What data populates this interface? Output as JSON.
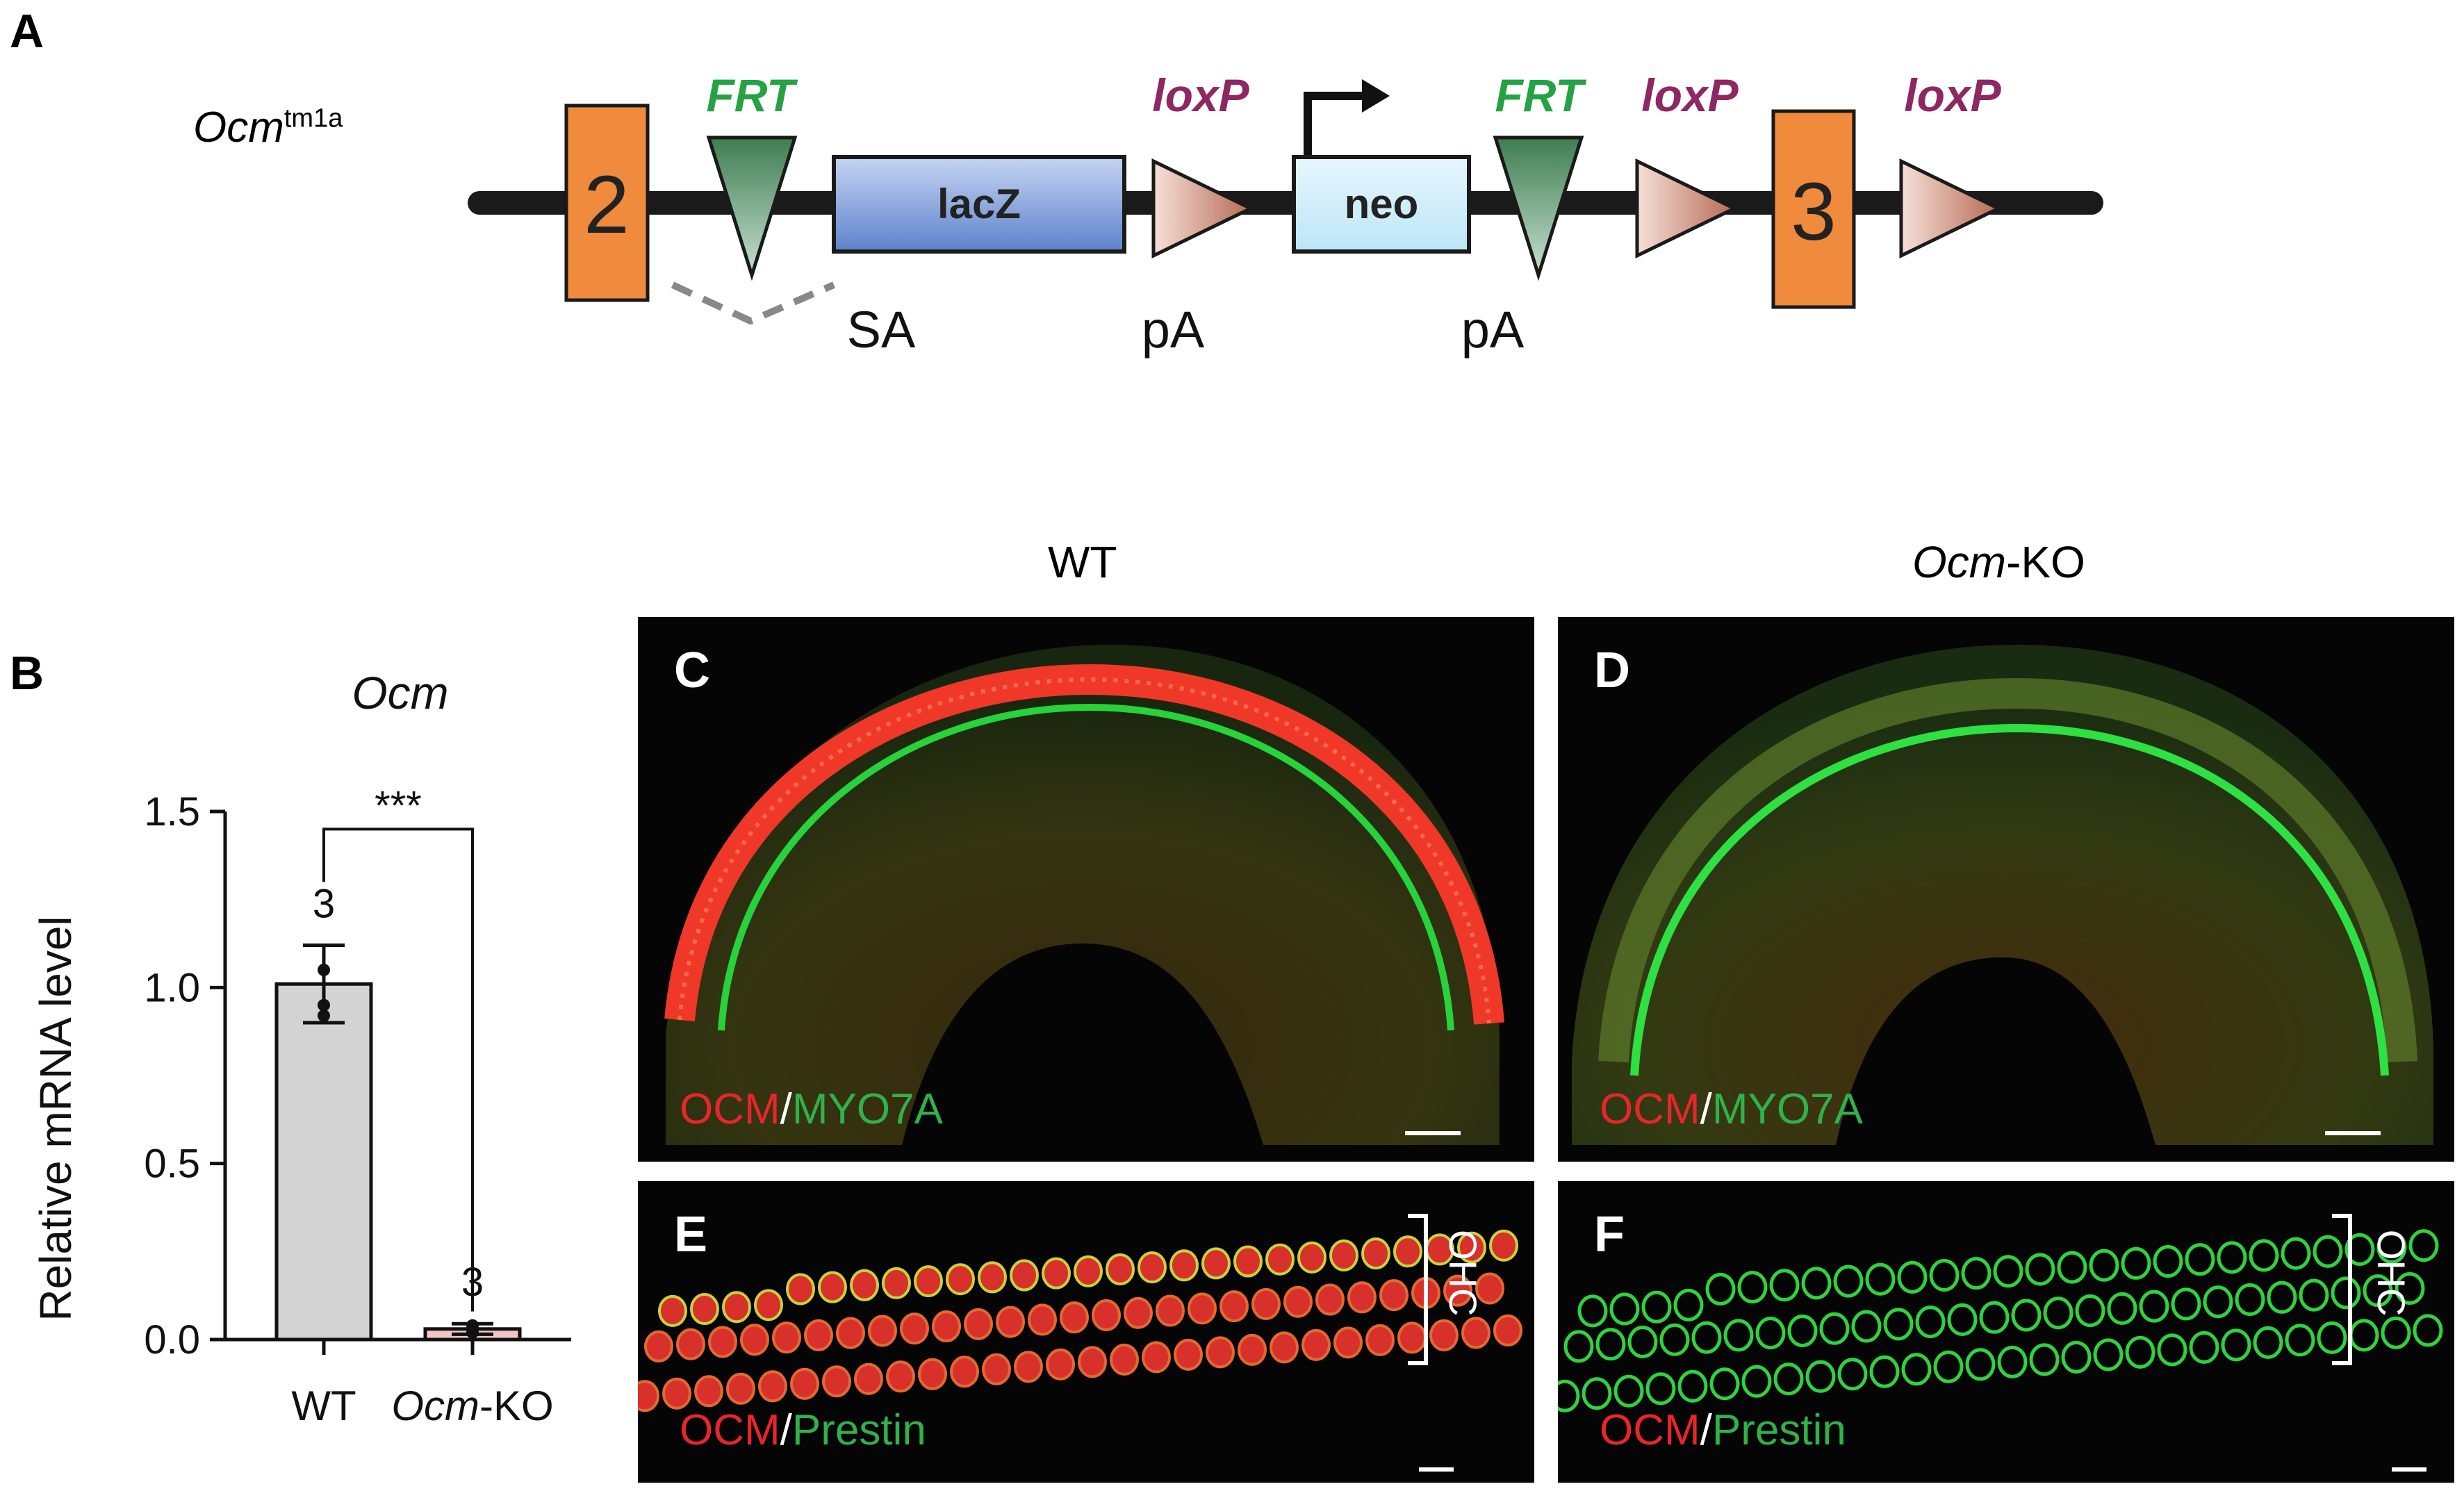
{
  "panels": {
    "a": {
      "letter": "A"
    },
    "b": {
      "letter": "B"
    },
    "c": {
      "letter": "C"
    },
    "d": {
      "letter": "D"
    },
    "e": {
      "letter": "E"
    },
    "f": {
      "letter": "F"
    }
  },
  "construct": {
    "allele_base": "Ocm",
    "allele_sup": "tm1a",
    "exon_2": "2",
    "exon_3": "3",
    "frt": "FRT",
    "loxp": "loxP",
    "lacz": "lacZ",
    "neo": "neo",
    "sa": "SA",
    "pa": "pA"
  },
  "columns": {
    "wt": "WT",
    "ko_italic": "Ocm",
    "ko_suffix": "-KO"
  },
  "stains": {
    "ocm": "OCM",
    "slash": "/",
    "myo7a": "MYO7A",
    "prestin": "Prestin",
    "ohc": "OHC"
  },
  "chart_data": {
    "type": "bar",
    "title": "Ocm",
    "ylabel": "Relative mRNA level",
    "categories": [
      "WT",
      "Ocm-KO"
    ],
    "category_labels": [
      {
        "italic": "",
        "plain": "WT"
      },
      {
        "italic": "Ocm",
        "plain": "-KO"
      }
    ],
    "values": [
      1.01,
      0.03
    ],
    "errors": [
      0.11,
      0.015
    ],
    "points": [
      [
        1.05,
        0.95,
        0.92
      ],
      [
        0.03,
        0.04,
        0.02
      ]
    ],
    "n_labels": [
      "3",
      "3"
    ],
    "ylim": [
      0,
      1.5
    ],
    "yticks": [
      "0.0",
      "0.5",
      "1.0",
      "1.5"
    ],
    "yticks_values": [
      0,
      0.5,
      1.0,
      1.5
    ],
    "significance": "***",
    "colors": {
      "wt": "#d3d3d3",
      "ko": "#f2c6c6"
    }
  }
}
